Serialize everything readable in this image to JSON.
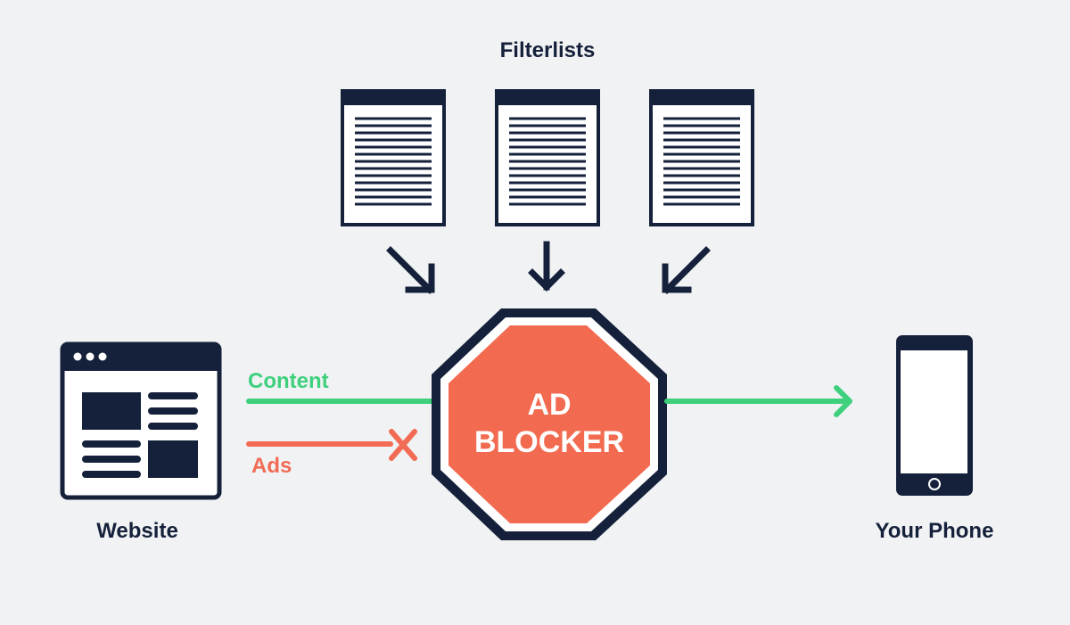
{
  "labels": {
    "filterlists": "Filterlists",
    "content": "Content",
    "ads": "Ads",
    "blocker_line1": "AD",
    "blocker_line2": "BLOCKER",
    "website": "Website",
    "phone": "Your Phone"
  },
  "colors": {
    "background": "#f1f2f4",
    "navy": "#15213b",
    "content_green": "#3ed07d",
    "ads_coral": "#f26c55",
    "blocker_red": "#f26b50",
    "white": "#ffffff",
    "phone_screen": "#ffffff"
  },
  "icons": {
    "filterlist": "document-list-icon",
    "website": "browser-window-icon",
    "phone": "smartphone-icon",
    "blocked": "x-cross-icon",
    "arrow": "arrow-icon",
    "blocker": "stop-sign-octagon-icon"
  }
}
